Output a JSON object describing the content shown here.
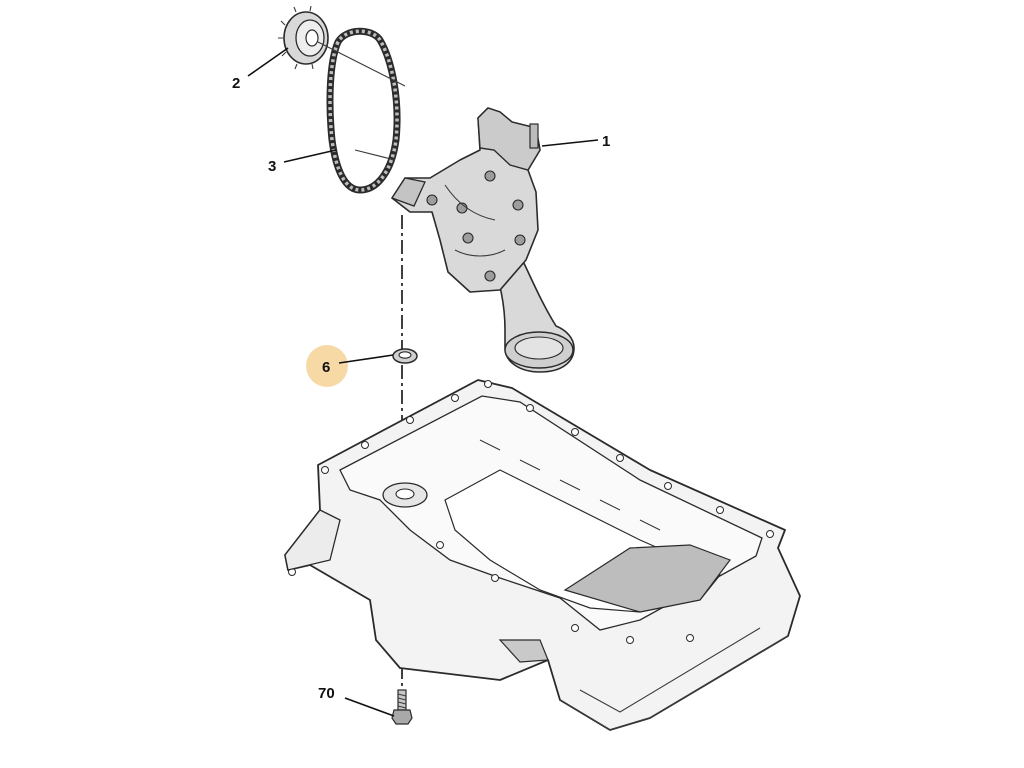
{
  "callouts": [
    {
      "id": "1",
      "label": "1"
    },
    {
      "id": "2",
      "label": "2"
    },
    {
      "id": "3",
      "label": "3"
    },
    {
      "id": "6",
      "label": "6",
      "highlighted": true
    },
    {
      "id": "70",
      "label": "70"
    }
  ],
  "colors": {
    "highlight": "#f7d9a6",
    "part_gray": "#d9d9d9",
    "pan_light": "#f3f3f3",
    "line": "#111111"
  }
}
